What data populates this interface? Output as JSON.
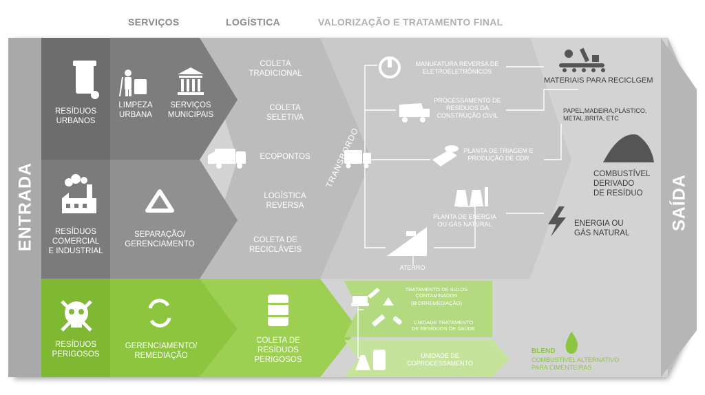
{
  "headers": {
    "servicos": "SERVIÇOS",
    "logistica": "LOGÍSTICA",
    "valorizacao": "VALORIZAÇÃO E TRATAMENTO FINAL"
  },
  "sides": {
    "entrada": "ENTRADA",
    "saida": "SAÍDA"
  },
  "entrada": {
    "urbanos": "RESÍDUOS\nURBANOS",
    "comercial": "RESÍDUOS\nCOMERCIAL\nE INDUSTRIAL",
    "perigosos": "RESÍDUOS\nPERIGOSOS"
  },
  "servicos": {
    "limpeza": "LIMPEZA\nURBANA",
    "municipais": "SERVIÇOS\nMUNICIPAIS",
    "separacao": "SEPARAÇÃO/\nGERENCIAMENTO",
    "gerenciamento": "GERENCIAMENTO/\nREMEDIAÇÃO"
  },
  "logistica": {
    "coleta_tradicional": "COLETA\nTRADICIONAL",
    "coleta_seletiva": "COLETA\nSELETIVA",
    "ecopontos": "ECOPONTOS",
    "logistica_reversa": "LOGÍSTICA\nREVERSA",
    "coleta_reciclaveis": "COLETA DE\nRECICLÁVEIS",
    "coleta_perigosos": "COLETA DE\nRESÍDUOS\nPERIGOSOS"
  },
  "transbordo": "TRANSBORDO",
  "valorizacao": {
    "manufatura": "MANUFATURA REVERSA DE\nELETROELETRÔNICOS",
    "construcao": "PROCESSAMENTO DE\nRESÍDUOS DA\nCONSTRUÇÃO CIVIL",
    "triagem": "PLANTA DE TRIAGEM E\nPRODUÇÃO DE CDR",
    "energia": "PLANTA DE ENERGIA\nOU GÁS NATURAL",
    "aterro": "ATERRO",
    "solos": "TRATAMENTO DE SOLOS\nCONTAMINADOS",
    "biorremediacao": "(BIORREMEDIAÇÃO)",
    "saude": "UNIDADE TRATAMENTO\nDE RESÍDUOS DE SAÚDE",
    "coprocessamento": "UNIDADE DE\nCOPROCESSAMENTO"
  },
  "saida": {
    "materiais": "MATERIAIS PARA RECICLGEM",
    "materiais_lista": "PAPEL,MADEIRA,PLÁSTICO,\nMETAL,BRITA, ETC",
    "cdr": "COMBUSTÍVEL\nDERIVADO\nDE RESÍDUO",
    "energia": "ENERGIA OU\nGÁS NATURAL",
    "blend": "BLEND",
    "blend_desc": "COMBUSTÍVEL ALTERNATIVO\nPARA CIMENTEIRAS"
  },
  "colors": {
    "green": "#8cc63f",
    "dark_gray": "#6f6f6f",
    "mid_gray": "#8a8a8a",
    "light_gray": "#b8b8b8",
    "pale_gray": "#cfcfcf"
  }
}
